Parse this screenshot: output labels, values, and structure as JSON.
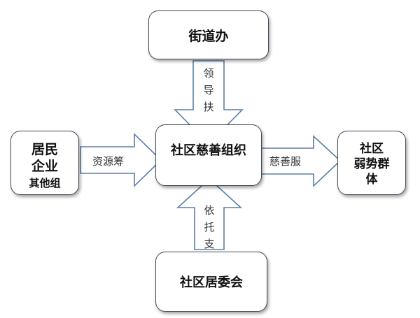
{
  "nodes": {
    "top": "街道办",
    "center": "社区慈善组织",
    "bottom": "社区居委会",
    "left": [
      "居民",
      "企业",
      "其他组"
    ],
    "right": [
      "社区",
      "弱势群",
      "体"
    ]
  },
  "edges": {
    "top_label": [
      "领",
      "导",
      "扶"
    ],
    "bottom_label": [
      "依",
      "托",
      "支"
    ],
    "left_label": "资源筹",
    "right_label": "慈善服"
  },
  "colors": {
    "border": "#3f4a57",
    "arrow_stroke": "#5b7fa6",
    "arrow_fill": "#ffffff"
  }
}
